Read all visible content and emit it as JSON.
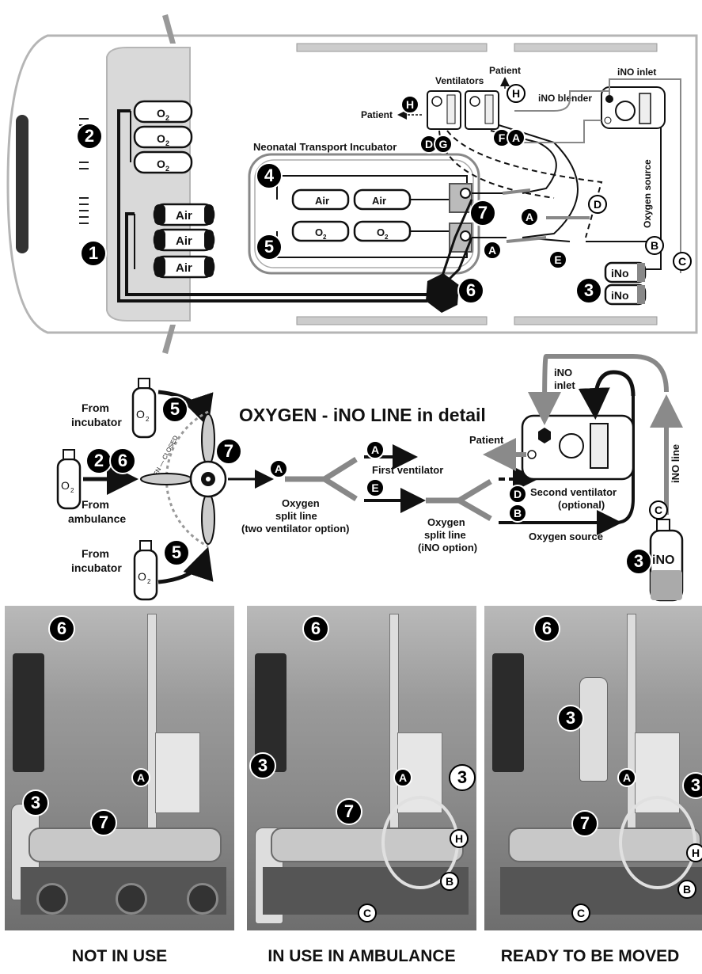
{
  "labels": {
    "incubator": "Neonatal Transport Incubator",
    "ventilators": "Ventilators",
    "patient": "Patient",
    "ino_inlet": "iNO inlet",
    "ino_blender": "iNO blender",
    "oxygen_source": "Oxygen source"
  },
  "gas": {
    "o2": "O",
    "o2_sub": "2",
    "air": "Air",
    "ino": "iNo"
  },
  "detail": {
    "title": "OXYGEN - iNO LINE in detail",
    "from_incubator": [
      "From",
      "incubator"
    ],
    "from_ambulance": [
      "From",
      "ambulance"
    ],
    "open_closed": "OPEN — CLOSED",
    "oxygen_split_two": [
      "Oxygen",
      "split line",
      "(two ventilator option)"
    ],
    "oxygen_split_ino": [
      "Oxygen",
      "split line",
      "(iNO option)"
    ],
    "first_ventilator": "First ventilator",
    "second_ventilator": [
      "Second ventilator",
      "(optional)"
    ],
    "oxygen_source": "Oxygen source",
    "patient": "Patient",
    "ino_inlet": [
      "iNO",
      "inlet"
    ],
    "ino_line": "iNO line",
    "ino_cylinder": "iNO"
  },
  "markers": {
    "n1": "1",
    "n2": "2",
    "n3": "3",
    "n4": "4",
    "n5": "5",
    "n6": "6",
    "n7": "7",
    "a": "A",
    "b": "B",
    "c": "C",
    "d": "D",
    "e": "E",
    "f": "F",
    "g": "G",
    "h": "H"
  },
  "captions": [
    "NOT IN USE",
    "IN USE IN AMBULANCE",
    "READY TO BE MOVED"
  ],
  "colors": {
    "line_black": "#111111",
    "line_gray": "#8a8a8a",
    "van_outline": "#b5b5b5",
    "cab": "#d9d9d9"
  }
}
